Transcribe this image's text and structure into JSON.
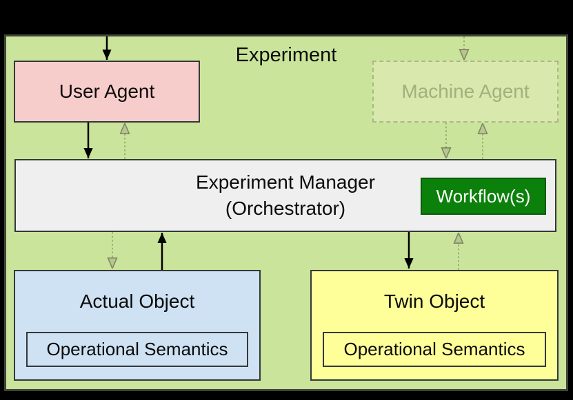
{
  "diagram": {
    "title": "Experiment",
    "nodes": {
      "user_agent": {
        "label": "User Agent"
      },
      "machine_agent": {
        "label": "Machine Agent"
      },
      "manager": {
        "label_line1": "Experiment Manager",
        "label_line2": "(Orchestrator)"
      },
      "workflow": {
        "label": "Workflow(s)"
      },
      "actual_object": {
        "label": "Actual Object",
        "sub_label": "Operational Semantics"
      },
      "twin_object": {
        "label": "Twin Object",
        "sub_label": "Operational Semantics"
      }
    },
    "edges": [
      {
        "from": "external-top",
        "to": "user_agent",
        "style": "solid"
      },
      {
        "from": "external-top",
        "to": "machine_agent",
        "style": "dashed"
      },
      {
        "from": "user_agent",
        "to": "manager",
        "style": "solid"
      },
      {
        "from": "manager",
        "to": "user_agent",
        "style": "dashed"
      },
      {
        "from": "machine_agent",
        "to": "manager",
        "style": "dashed"
      },
      {
        "from": "manager",
        "to": "machine_agent",
        "style": "dashed"
      },
      {
        "from": "manager",
        "to": "actual_object",
        "style": "dashed"
      },
      {
        "from": "actual_object",
        "to": "manager",
        "style": "solid"
      },
      {
        "from": "manager",
        "to": "twin_object",
        "style": "solid"
      },
      {
        "from": "twin_object",
        "to": "manager",
        "style": "dashed"
      }
    ],
    "colors": {
      "canvas_background": "#000000",
      "container_fill": "#cbe49b",
      "container_border": "#3f4637",
      "user_agent_fill": "#f7cdcb",
      "machine_agent_fill": "#d9e9ad",
      "machine_agent_text": "#a2b07c",
      "manager_fill": "#efefef",
      "workflow_fill": "#0b800b",
      "workflow_text": "#ffffff",
      "actual_object_fill": "#cfe2f3",
      "twin_object_fill": "#ffff99",
      "box_border": "#33383b",
      "solid_arrow": "#000000",
      "dashed_arrow": "#9cab77"
    }
  }
}
